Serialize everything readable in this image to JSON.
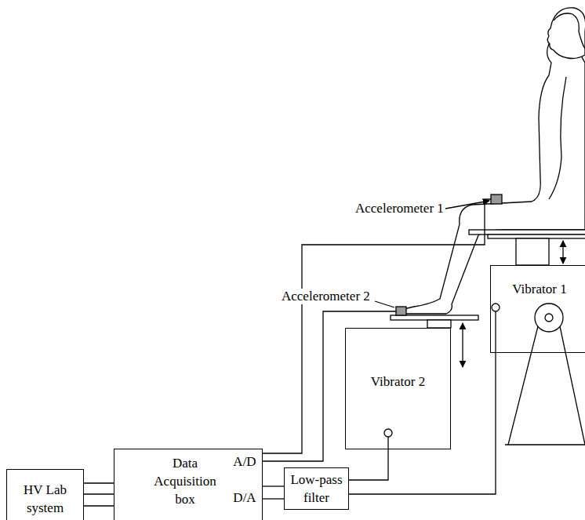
{
  "diagram": {
    "nodes": [
      {
        "text": [
          "HV Lab system"
        ]
      },
      {
        "text": [
          "Data Acquisition box",
          "A/D",
          "D/A"
        ]
      },
      {
        "text": [
          "Low-pass filter"
        ]
      },
      {
        "text": [
          "Vibrator 2"
        ]
      },
      {
        "text": [
          "Vibrator 1"
        ]
      }
    ],
    "edges": [
      {
        "from": 0,
        "to": 1,
        "arrow": "none"
      },
      {
        "from": 0,
        "to": 1,
        "arrow": "none"
      },
      {
        "from": 0,
        "to": 1,
        "arrow": "none"
      },
      {
        "from": 1,
        "to": 2,
        "arrow": "none"
      },
      {
        "from": 1,
        "to": 2,
        "arrow": "none"
      },
      {
        "from": 2,
        "to": 3,
        "arrow": "none"
      },
      {
        "from": 2,
        "to": 4,
        "arrow": "none"
      }
    ],
    "labels": [
      "Accelerometer 1",
      "Accelerometer 2"
    ]
  }
}
